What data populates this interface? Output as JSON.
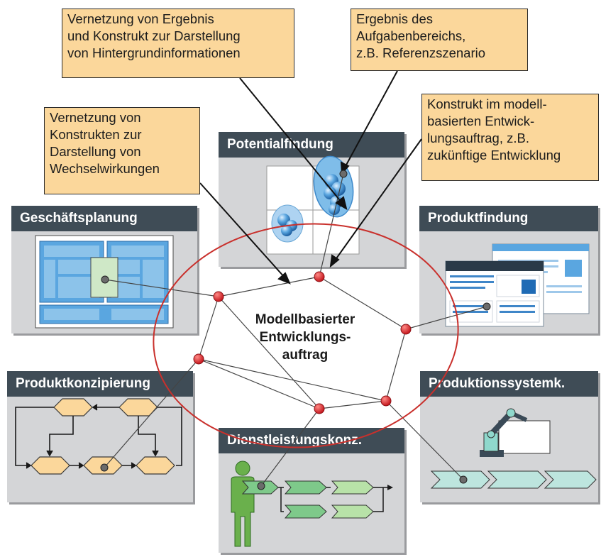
{
  "panels": {
    "potentialfindung": "Potentialfindung",
    "geschaeftsplanung": "Geschäftsplanung",
    "produktfindung": "Produktfindung",
    "produktkonzipierung": "Produktkonzipierung",
    "produktionssystem": "Produktionssystemk.",
    "dienstleistung": "Dienstleistungskonz."
  },
  "center_label": [
    "Modellbasierter",
    "Entwicklungs-",
    "auftrag"
  ],
  "notes": {
    "vernetzung_ergebnis": [
      "Vernetzung von Ergebnis",
      "und Konstrukt zur Darstellung",
      "von Hintergrundinformationen"
    ],
    "ergebnis_aufgabenbereich": [
      "Ergebnis des",
      "Aufgabenbereichs,",
      "z.B. Referenzszenario"
    ],
    "vernetzung_konstrukte": [
      "Vernetzung von",
      "Konstrukten zur",
      "Darstellung von",
      "Wechselwirkungen"
    ],
    "konstrukt_modell": [
      "Konstrukt im modell-",
      "basierten Entwick-",
      "lungsauftrag, z.B.",
      "zukünftige Entwicklung"
    ]
  },
  "colors": {
    "panel_bg": "#d4d5d7",
    "title_bar": "#3f4c56",
    "note_bg": "#fbd79b",
    "node_red": "#d8262b",
    "ellipse_red": "#c9302c",
    "blue": "#5aa6e0",
    "green": "#7ec98a",
    "orange": "#fbd79b",
    "teal": "#bde5de"
  }
}
